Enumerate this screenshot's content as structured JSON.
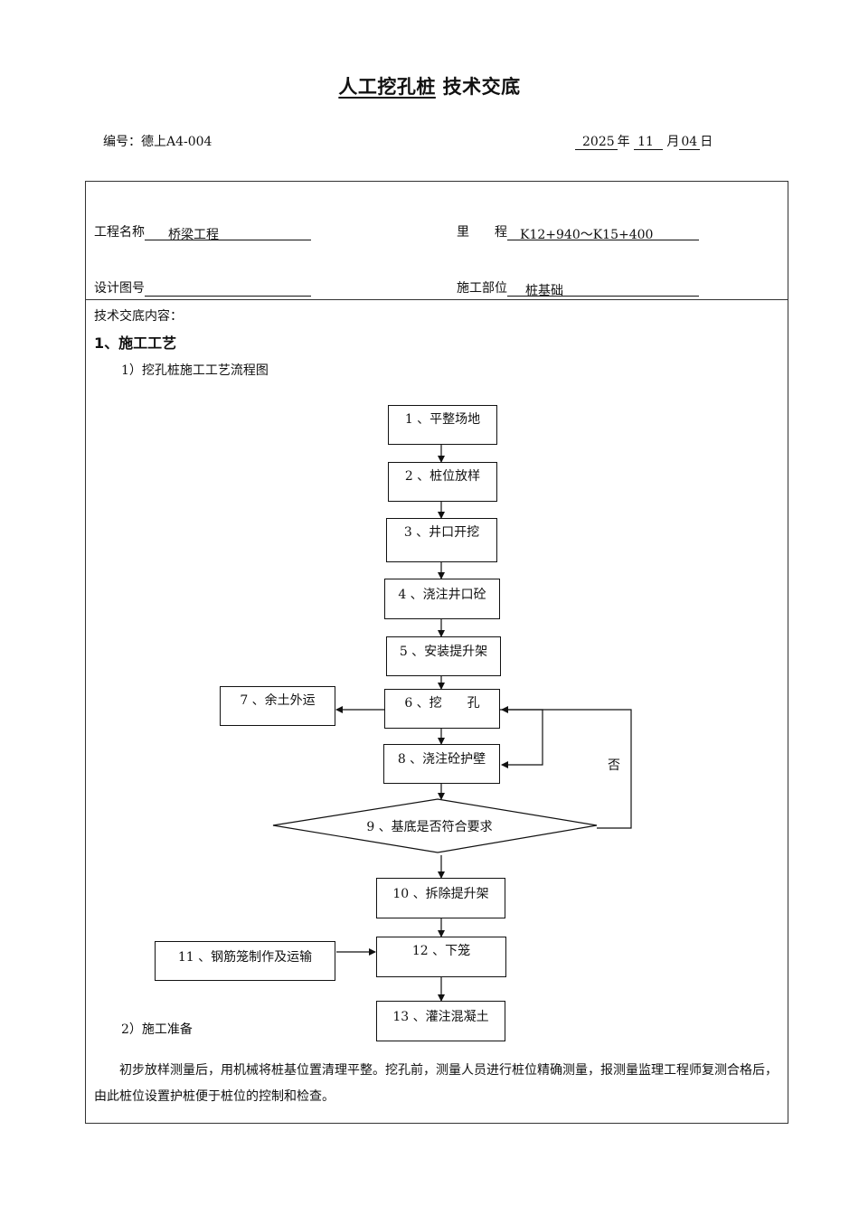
{
  "title": {
    "part1": "人工挖孔桩",
    "part2": " 技术交底"
  },
  "meta": {
    "number_label": "编号：",
    "number_value": "德上A4-004",
    "year": "2025",
    "year_unit": "年",
    "month": "11",
    "month_unit": "月",
    "day": "04",
    "day_unit": "日"
  },
  "fields": {
    "project_name_label": "工程名称",
    "project_name_value": "桥梁工程",
    "mileage_label": "里　　程",
    "mileage_value": "K12+940～K15+400",
    "drawing_no_label": "设计图号",
    "drawing_no_value": "",
    "location_label": "施工部位",
    "location_value": "桩基础"
  },
  "content": {
    "label": "技术交底内容：",
    "section1": "1、施工工艺",
    "sub1": "1）挖孔桩施工工艺流程图",
    "sub2": "2）施工准备",
    "paragraph": "初步放样测量后，用机械将桩基位置清理平整。挖孔前，测量人员进行桩位精确测量，报测量监理工程师复测合格后，由此桩位设置护桩便于桩位的控制和检查。"
  },
  "flow": {
    "s1": "1 、平整场地",
    "s2": "2 、桩位放样",
    "s3": "3 、井口开挖",
    "s4": "4 、浇注井口砼",
    "s5": "5 、安装提升架",
    "s6": "6 、挖　　孔",
    "s7": "7 、余土外运",
    "s8": "8 、浇注砼护壁",
    "s9": "9 、基底是否符合要求",
    "s10": "10 、拆除提升架",
    "s11": "11 、钢筋笼制作及运输",
    "s12": "12 、下笼",
    "s13": "13 、灌注混凝土",
    "no_label": "否"
  }
}
